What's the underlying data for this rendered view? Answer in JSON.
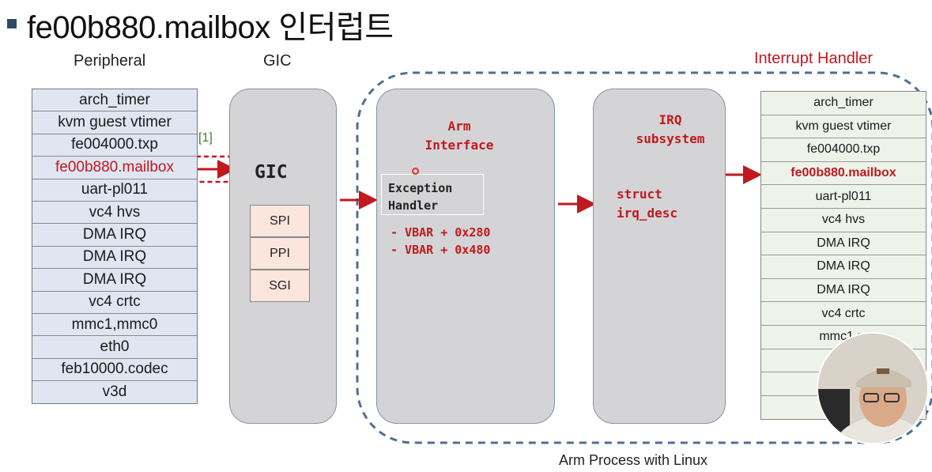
{
  "title": "fe00b880.mailbox 인터럽트",
  "headers": {
    "peripheral": "Peripheral",
    "gic": "GIC",
    "interrupt_handler": "Interrupt Handler"
  },
  "peripherals": [
    "arch_timer",
    "kvm guest vtimer",
    "fe004000.txp",
    "fe00b880.mailbox",
    "uart-pl011",
    "vc4 hvs",
    "DMA IRQ",
    "DMA IRQ",
    "DMA IRQ",
    "vc4 crtc",
    "mmc1,mmc0",
    "eth0",
    "feb10000.codec",
    "v3d"
  ],
  "highlighted_peripheral": "fe00b880.mailbox",
  "ref_marker": "[1]",
  "gic": {
    "label": "GIC",
    "types": [
      "SPI",
      "PPI",
      "SGI"
    ]
  },
  "arm_interface": {
    "title_line1": "Arm",
    "title_line2": "Interface",
    "exception_line1": "Exception",
    "exception_line2": "Handler",
    "vectors": [
      "- VBAR + 0x280",
      "- VBAR + 0x480"
    ]
  },
  "irq_subsystem": {
    "title_line1": "IRQ",
    "title_line2": "subsystem",
    "struct_line1": "struct",
    "struct_line2": "irq_desc"
  },
  "handlers": [
    "arch_timer",
    "kvm guest vtimer",
    "fe004000.txp",
    "fe00b880.mailbox",
    "uart-pl011",
    "vc4 hvs",
    "DMA IRQ",
    "DMA IRQ",
    "DMA IRQ",
    "vc4 crtc",
    "mmc1,m",
    "",
    "feb",
    ""
  ],
  "arm_process_label": "Arm Process with Linux",
  "colors": {
    "accent_red": "#c0191f",
    "peripheral_bg": "#dfe6f1",
    "handler_bg": "#eef3ea",
    "box_gray": "#d4d4d6",
    "dashed_blue": "#4f6f8f"
  }
}
